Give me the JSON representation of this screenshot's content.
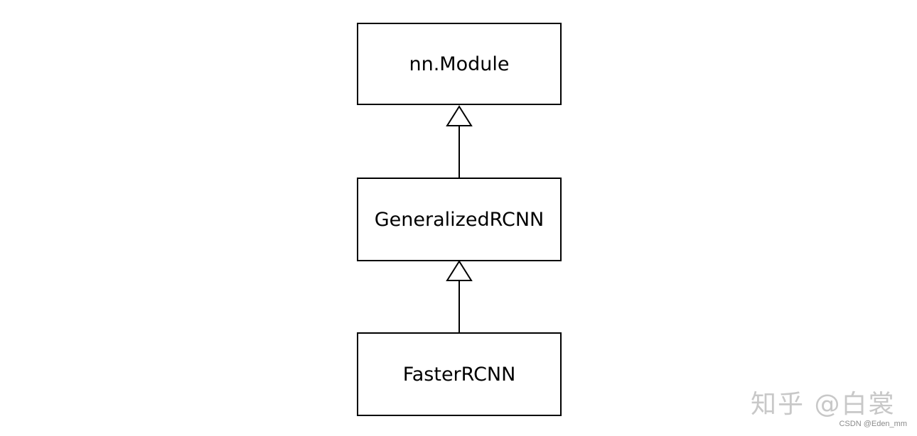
{
  "diagram": {
    "classes": {
      "base": "nn.Module",
      "middle": "GeneralizedRCNN",
      "derived": "FasterRCNN"
    },
    "relationships": [
      {
        "type": "inheritance",
        "from": "GeneralizedRCNN",
        "to": "nn.Module"
      },
      {
        "type": "inheritance",
        "from": "FasterRCNN",
        "to": "GeneralizedRCNN"
      }
    ],
    "colors": {
      "line": "#000000",
      "background": "#ffffff",
      "watermark": "#c8c8c8"
    }
  },
  "watermarks": {
    "zhihu": "知乎 @白裳",
    "csdn": "CSDN @Eden_mm"
  }
}
